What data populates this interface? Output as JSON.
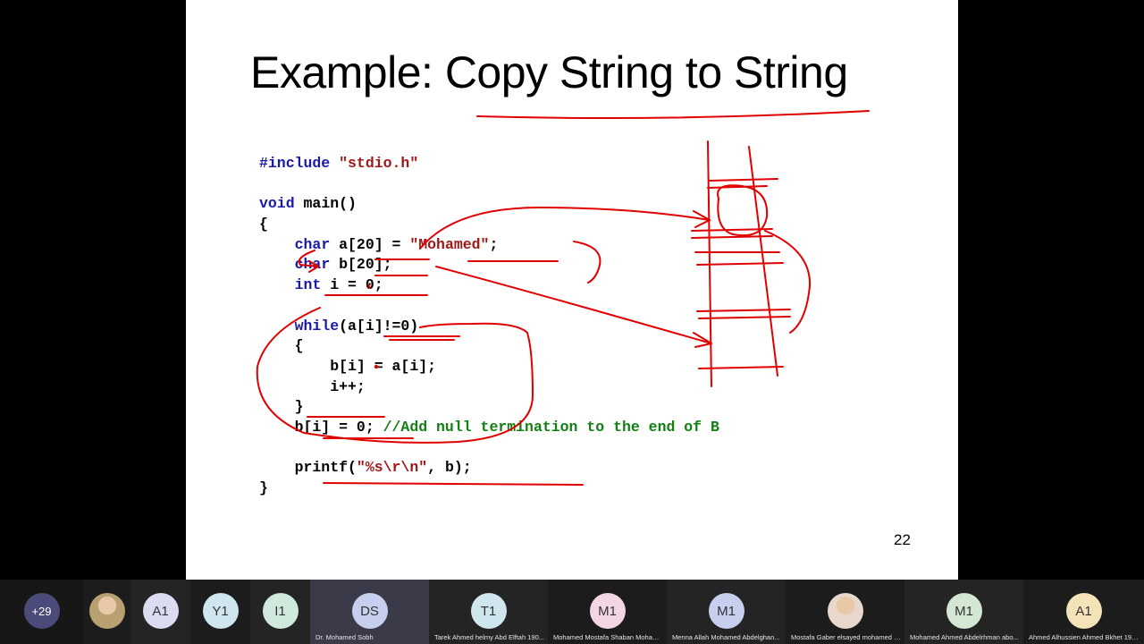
{
  "slide": {
    "title": "Example: Copy String to String",
    "page_number": "22",
    "code_lines": [
      [
        {
          "t": "#include ",
          "c": "kw"
        },
        {
          "t": "\"stdio.h\"",
          "c": "str"
        }
      ],
      [],
      [
        {
          "t": "void ",
          "c": "kw"
        },
        {
          "t": "main()",
          "c": ""
        }
      ],
      [
        {
          "t": "{",
          "c": ""
        }
      ],
      [
        {
          "t": "    ",
          "c": ""
        },
        {
          "t": "char ",
          "c": "kw"
        },
        {
          "t": "a[20] = ",
          "c": ""
        },
        {
          "t": "\"Mohamed\"",
          "c": "str"
        },
        {
          "t": ";",
          "c": ""
        }
      ],
      [
        {
          "t": "    ",
          "c": ""
        },
        {
          "t": "char ",
          "c": "kw"
        },
        {
          "t": "b[20];",
          "c": ""
        }
      ],
      [
        {
          "t": "    ",
          "c": ""
        },
        {
          "t": "int ",
          "c": "kw"
        },
        {
          "t": "i = 0;",
          "c": ""
        }
      ],
      [],
      [
        {
          "t": "    ",
          "c": ""
        },
        {
          "t": "while",
          "c": "kw"
        },
        {
          "t": "(a[i]!=0)",
          "c": ""
        }
      ],
      [
        {
          "t": "    {",
          "c": ""
        }
      ],
      [
        {
          "t": "        b[i] = a[i];",
          "c": ""
        }
      ],
      [
        {
          "t": "        i++;",
          "c": ""
        }
      ],
      [
        {
          "t": "    }",
          "c": ""
        }
      ],
      [
        {
          "t": "    b[i] = 0; ",
          "c": ""
        },
        {
          "t": "//Add null termination to the end of B",
          "c": "cmt"
        }
      ],
      [],
      [
        {
          "t": "    printf(",
          "c": ""
        },
        {
          "t": "\"%s\\r\\n\"",
          "c": "str"
        },
        {
          "t": ", b);",
          "c": ""
        }
      ],
      [
        {
          "t": "}",
          "c": ""
        }
      ]
    ]
  },
  "participants": {
    "more_count": "+29",
    "tiles": [
      {
        "initials": "",
        "name": "",
        "color": "#b8a070",
        "photo": true
      },
      {
        "initials": "A1",
        "name": "",
        "color": "#dcdcf0"
      },
      {
        "initials": "Y1",
        "name": "",
        "color": "#cfe6ee"
      },
      {
        "initials": "I1",
        "name": "",
        "color": "#cfeadc"
      },
      {
        "initials": "DS",
        "name": "Dr. Mohamed Sobh",
        "color": "#c6d0ee",
        "speaking": true
      },
      {
        "initials": "T1",
        "name": "Tarek Ahmed helmy Abd Elftah 190...",
        "color": "#cfe6ee"
      },
      {
        "initials": "M1",
        "name": "Mohamed Mostafa Shaban Moham...",
        "color": "#f2d6e6"
      },
      {
        "initials": "M1",
        "name": "Menna Allah  Mohamed Abdelghan...",
        "color": "#c6d0ee"
      },
      {
        "initials": "",
        "name": "Mostafa Gaber elsayed mohamed 1...",
        "color": "#e8d8cc",
        "photo": true
      },
      {
        "initials": "M1",
        "name": "Mohamed Ahmed Abdelrhman abo...",
        "color": "#d4e6d4"
      },
      {
        "initials": "A1",
        "name": "Ahmed Alhussien Ahmed Bkhet 190...",
        "color": "#f4e2b8"
      }
    ]
  },
  "colors": {
    "keyword": "#1a1aa8",
    "string": "#a01818",
    "comment": "#128012",
    "ink": "#e00000"
  }
}
